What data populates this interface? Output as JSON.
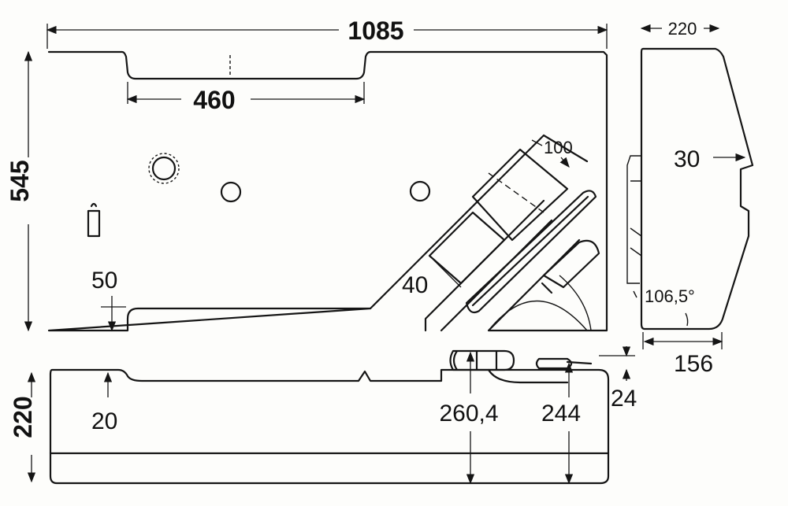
{
  "drawing": {
    "top_view": {
      "overall_length": "1085",
      "notch_width": "460",
      "overall_width": "545",
      "slot_width": "100",
      "corner_offset": "50",
      "fitting_offset": "40"
    },
    "side_view": {
      "depth": "220",
      "step": "30",
      "angle": "106,5°",
      "bottom_depth": "156"
    },
    "front_view": {
      "height": "220",
      "recess": "20",
      "filler_height": "260,4",
      "outlet_height": "244",
      "protrusion": "24"
    }
  }
}
